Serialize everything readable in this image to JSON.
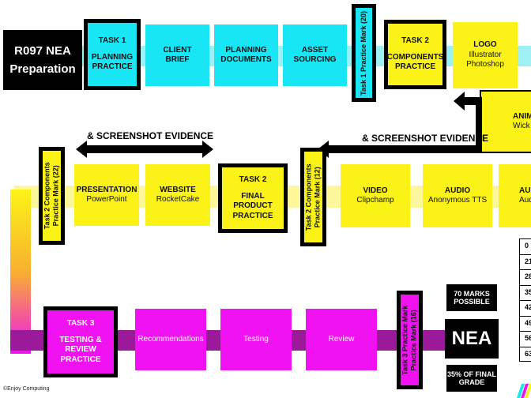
{
  "title": {
    "line1": "R097 NEA",
    "line2": "Preparation"
  },
  "row1": {
    "task1": {
      "heading": "TASK 1",
      "line1": "PLANNING",
      "line2": "PRACTICE"
    },
    "client": {
      "line1": "CLIENT",
      "line2": "BRIEF"
    },
    "planning": {
      "line1": "PLANNING",
      "line2": "DOCUMENTS"
    },
    "asset": {
      "line1": "ASSET",
      "line2": "SOURCING"
    },
    "mark": "Task 1 Practice Mark (20)",
    "task2": {
      "heading": "TASK 2",
      "line1": "COMPONENTS",
      "line2": "PRACTICE"
    },
    "logo": {
      "line1": "LOGO",
      "line2": "Illustrator",
      "line3": "Photoshop"
    }
  },
  "anim": {
    "line1": "ANIM",
    "line2": "Wick"
  },
  "evidence": {
    "left": "& SCREENSHOT EVIDENCE",
    "right": "& SCREENSHOT EVIDENCE"
  },
  "row2": {
    "mark22": {
      "line1": "Task 2 Components",
      "line2": "Practice Mark (22)"
    },
    "presentation": {
      "line1": "PRESENTATION",
      "line2": "PowerPoint"
    },
    "website": {
      "line1": "WEBSITE",
      "line2": "RocketCake"
    },
    "task2final": {
      "heading": "TASK 2",
      "line1": "FINAL PRODUCT",
      "line2": "PRACTICE"
    },
    "mark12": {
      "line1": "Task 2 Components",
      "line2": "Practice Mark (12)"
    },
    "video": {
      "line1": "VIDEO",
      "line2": "Clipchamp"
    },
    "audio": {
      "line1": "AUDIO",
      "line2": "Anonymous TTS"
    },
    "audio2": {
      "line1": "AU",
      "line2": "Audi"
    }
  },
  "row3": {
    "task3": {
      "heading": "TASK 3",
      "line1": "TESTING & REVIEW",
      "line2": "PRACTICE"
    },
    "recommendations": "Recommendations",
    "testing": "Testing",
    "review": "Review",
    "mark16": {
      "line1": "Task 3 Practice Mark",
      "line2": "Practice Mark (16)"
    }
  },
  "marks": {
    "line1": "70 MARKS",
    "line2": "POSSIBLE"
  },
  "nea": "NEA",
  "grade": {
    "line1": "35% OF FINAL",
    "line2": "GRADE"
  },
  "table": [
    "0",
    "21",
    "28",
    "35",
    "42",
    "49",
    "56",
    "63"
  ],
  "copyright": "©Enjoy Computing",
  "colors": {
    "cyan": "#18e6f4",
    "yellow": "#fbf317",
    "magenta": "#f012f0",
    "black": "#000000"
  }
}
